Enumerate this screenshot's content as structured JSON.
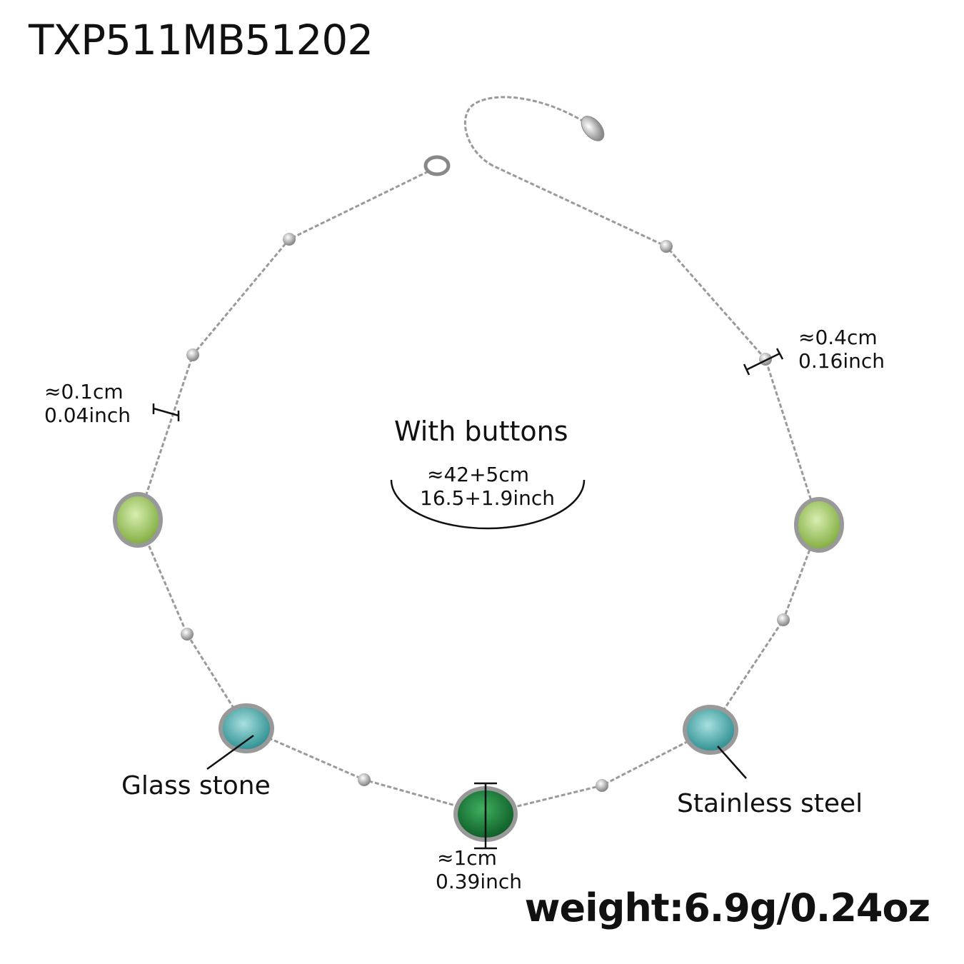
{
  "product_code": "TXP511MB51202",
  "length": {
    "title": "With buttons",
    "cm": "≈42+5cm",
    "inch": "16.5+1.9inch"
  },
  "chain_width": {
    "cm": "≈0.1cm",
    "inch": "0.04inch"
  },
  "bead_size": {
    "cm": "≈0.4cm",
    "inch": "0.16inch"
  },
  "stone_size": {
    "cm": "≈1cm",
    "inch": "0.39inch"
  },
  "labels": {
    "glass": "Glass stone",
    "steel": "Stainless steel"
  },
  "weight": "weight:6.9g/0.24oz",
  "colors": {
    "light_green_stone": "#9cc25a",
    "teal_stone": "#3aa0a0",
    "green_stone": "#1a7a3a",
    "steel": "#a8a8a8"
  }
}
